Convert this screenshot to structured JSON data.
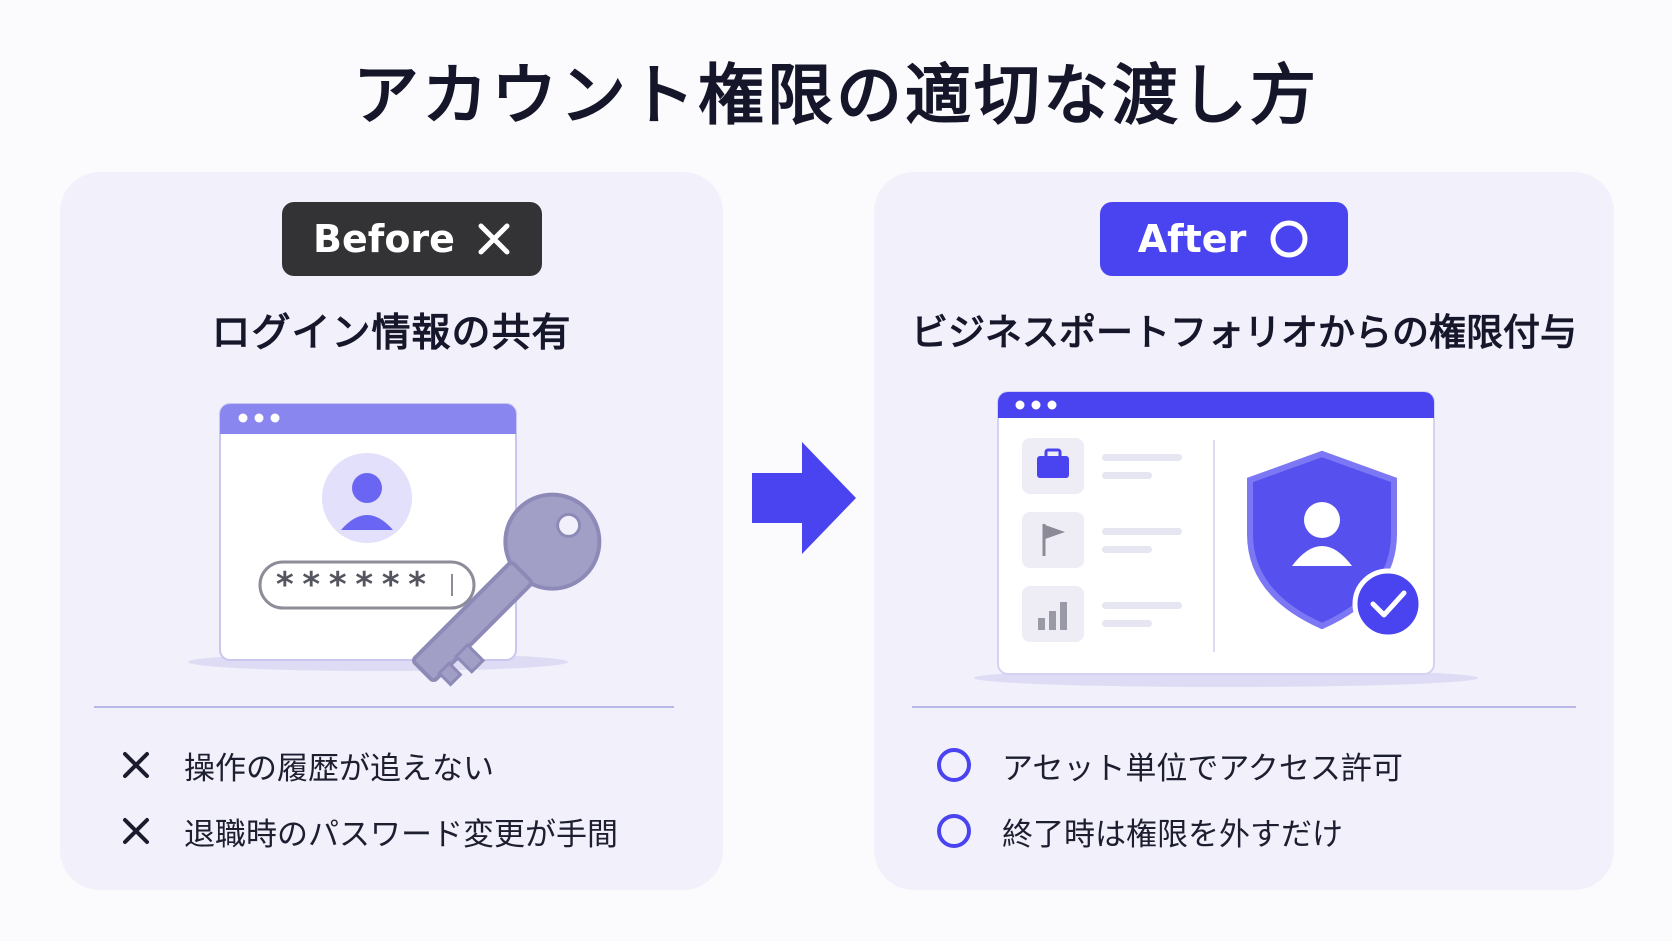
{
  "title": "アカウント権限の適切な渡し方",
  "colors": {
    "accent": "#4a44f0",
    "before_badge": "#333335",
    "panel_bg": "#f1f0fb",
    "illustration_light": "#8a86ef"
  },
  "before": {
    "badge_label": "Before",
    "badge_icon": "cross-icon",
    "heading": "ログイン情報の共有",
    "password_mask": "******",
    "points": [
      {
        "icon": "cross-icon",
        "text": "操作の履歴が追えない"
      },
      {
        "icon": "cross-icon",
        "text": "退職時のパスワード変更が手間"
      }
    ]
  },
  "after": {
    "badge_label": "After",
    "badge_icon": "circle-icon",
    "heading": "ビジネスポートフォリオからの権限付与",
    "points": [
      {
        "icon": "circle-icon",
        "text": "アセット単位でアクセス許可"
      },
      {
        "icon": "circle-icon",
        "text": "終了時は権限を外すだけ"
      }
    ]
  },
  "arrow_icon": "arrow-right-icon"
}
